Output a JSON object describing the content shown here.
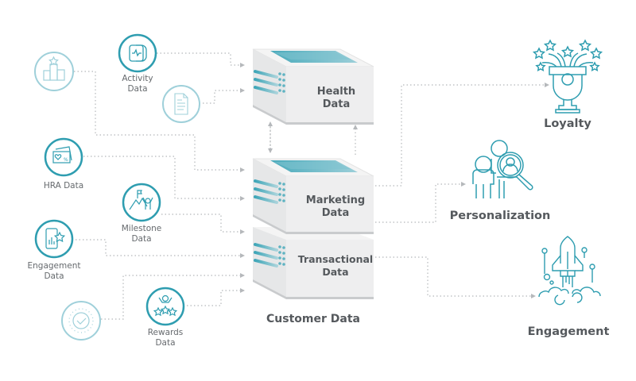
{
  "diagram": {
    "title": "Customer Data",
    "colors": {
      "teal": "#2e9db0",
      "teal_light": "#8ccad6",
      "connector": "#b5b8bb",
      "server_face": "#eeeeee",
      "server_side": "#e2e3e4",
      "server_top": "#f7f7f7",
      "text_dark": "#55595d",
      "text_label": "#666a6e"
    },
    "inputs": [
      {
        "id": "leaderboard",
        "icon": "podium-icon",
        "label_lines": [],
        "style": "light"
      },
      {
        "id": "activity",
        "icon": "smartwatch-icon",
        "label_lines": [
          "Activity",
          "Data"
        ],
        "style": "strong"
      },
      {
        "id": "document",
        "icon": "document-icon",
        "label_lines": [],
        "style": "light"
      },
      {
        "id": "hra",
        "icon": "health-card-icon",
        "label_lines": [
          "HRA Data"
        ],
        "style": "strong"
      },
      {
        "id": "milestone",
        "icon": "mountain-flag-icon",
        "label_lines": [
          "Milestone",
          "Data"
        ],
        "style": "strong"
      },
      {
        "id": "engagement",
        "icon": "phone-chart-star-icon",
        "label_lines": [
          "Engagement",
          "Data"
        ],
        "style": "strong"
      },
      {
        "id": "verified",
        "icon": "check-badge-icon",
        "label_lines": [],
        "style": "light"
      },
      {
        "id": "rewards",
        "icon": "person-stars-icon",
        "label_lines": [
          "Rewards",
          "Data"
        ],
        "style": "strong"
      }
    ],
    "servers": [
      {
        "id": "health",
        "label_lines": [
          "Health",
          "Data"
        ]
      },
      {
        "id": "marketing",
        "label_lines": [
          "Marketing",
          "Data"
        ]
      },
      {
        "id": "transactional",
        "label_lines": [
          "Transactional",
          "Data"
        ]
      }
    ],
    "outputs": [
      {
        "id": "loyalty",
        "icon": "trophy-icon",
        "label": "Loyalty"
      },
      {
        "id": "personalization",
        "icon": "people-magnifier-icon",
        "label": "Personalization"
      },
      {
        "id": "engagement",
        "icon": "rocket-icon",
        "label": "Engagement"
      }
    ]
  }
}
